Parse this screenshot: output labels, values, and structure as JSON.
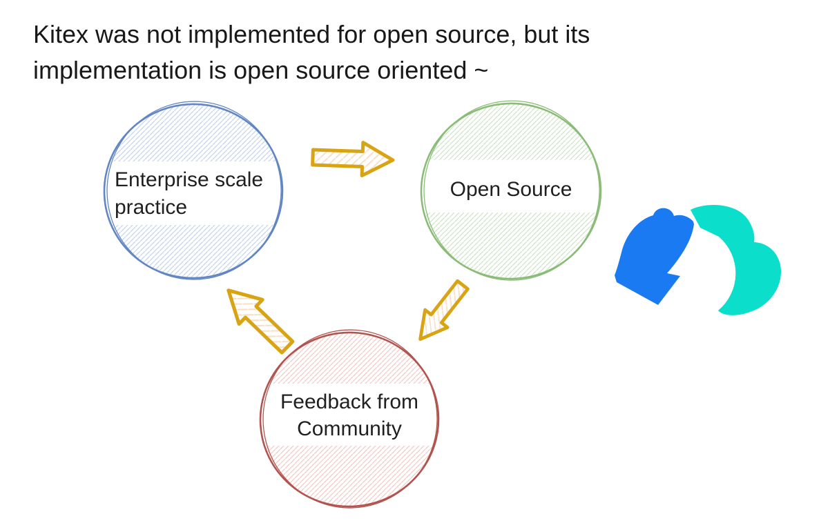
{
  "title": {
    "line1": "Kitex was not implemented for open source, but its",
    "line2": "implementation is open source oriented ~"
  },
  "diagram": {
    "nodes": [
      {
        "id": "enterprise",
        "lines": [
          "Enterprise scale",
          "practice"
        ],
        "color": "#6286c3",
        "hatch": "#c5d5ee"
      },
      {
        "id": "open-source",
        "lines": [
          "Open Source"
        ],
        "color": "#8abc77",
        "hatch": "#cfe5c7"
      },
      {
        "id": "community",
        "lines": [
          "Feedback from",
          "Community"
        ],
        "color": "#b1534e",
        "hatch": "#f2cac6"
      }
    ],
    "arrows": {
      "color": "#d9a413",
      "hatch": "#f8dfc5",
      "connections": [
        {
          "from": "enterprise",
          "to": "open-source"
        },
        {
          "from": "open-source",
          "to": "community"
        },
        {
          "from": "community",
          "to": "enterprise"
        }
      ]
    },
    "logo": {
      "label": "cloudwego-logo",
      "blue": "#1a7af2",
      "teal": "#0bdecb"
    }
  }
}
